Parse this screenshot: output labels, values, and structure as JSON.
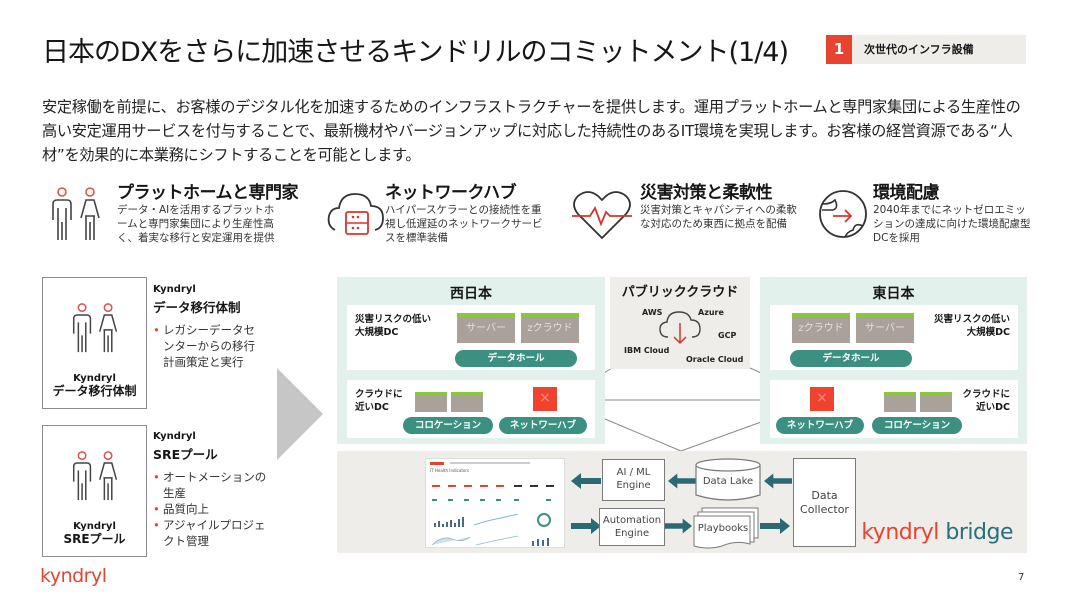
{
  "header": {
    "title": "日本のDXをさらに加速させるキンドリルのコミットメント(1/4)",
    "tag_number": "1",
    "tag_label": "次世代のインフラ設備"
  },
  "lead_text": "安定稼働を前提に、お客様のデジタル化を加速するためのインフラストラクチャーを提供します。運用プラットホームと専門家集団による生産性の高い安定運用サービスを付与することで、最新機材やバージョンアップに対応した持続性のあるIT環境を実現します。お客様の経営資源である“人材”を効果的に本業務にシフトすることを可能とします。",
  "features": [
    {
      "icon": "people-icon",
      "title": "プラットホームと専門家",
      "body": "データ・AIを活用するプラットホームと専門家集団により生産性高く、着実な移行と安定運用を提供"
    },
    {
      "icon": "cloud-server-icon",
      "title": "ネットワークハブ",
      "body": "ハイパースケラーとの接続性を重視し低遅延のネットワークサービスを標準装備"
    },
    {
      "icon": "heart-pulse-icon",
      "title": "災害対策と柔軟性",
      "body": "災害対策とキャパシティへの柔軟な対応のため東西に拠点を配備"
    },
    {
      "icon": "globe-arrow-icon",
      "title": "環境配慮",
      "body": "2040年までにネットゼロエミッションの達成に向けた環境配慮型DCを採用"
    }
  ],
  "personas": [
    {
      "caption_brand": "Kyndryl",
      "caption_title": "データ移行体制",
      "brand": "Kyndryl",
      "title": "データ移行体制",
      "bullets": [
        "レガシーデータセンターからの移行計画策定と実行"
      ]
    },
    {
      "caption_brand": "Kyndryl",
      "caption_title": "SREプール",
      "brand": "Kyndryl",
      "title": "SREプール",
      "bullets": [
        "オートメーションの生産",
        "品質向上",
        "アジャイルプロジェクト管理"
      ]
    }
  ],
  "west": {
    "title": "西日本",
    "large_dc_label": "災害リスクの低い\n大規模DC",
    "servers": [
      "サーバー",
      "zクラウド"
    ],
    "data_hall": "データホール",
    "near_dc_label": "クラウドに\n近いDC",
    "colocation": "コロケーション",
    "network_hub": "ネットワーハブ"
  },
  "east": {
    "title": "東日本",
    "large_dc_label": "災害リスクの低い\n大規模DC",
    "servers": [
      "zクラウド",
      "サーバー"
    ],
    "data_hall": "データホール",
    "near_dc_label": "クラウドに\n近いDC",
    "colocation": "コロケーション",
    "network_hub": "ネットワーハブ"
  },
  "public_cloud": {
    "title": "パブリッククラウド",
    "providers": [
      "AWS",
      "Azure",
      "GCP",
      "IBM Cloud",
      "Oracle Cloud"
    ]
  },
  "bridge": {
    "ai_ml_engine": "AI / ML\nEngine",
    "automation_engine": "Automation\nEngine",
    "data_lake": "Data Lake",
    "playbooks": "Playbooks",
    "data_collector": "Data\nCollector",
    "logo_kyndryl": "kyndryl",
    "logo_bridge": "bridge",
    "dashboard_title": "IT Health Indicators"
  },
  "footer": {
    "logo": "kyndryl",
    "page_number": "7"
  },
  "colors": {
    "accent_red": "#e8432f",
    "teal": "#3b9081",
    "mint_bg": "#e3f1ec",
    "gray_bg": "#efedea",
    "arrow_teal": "#2a6b73"
  }
}
